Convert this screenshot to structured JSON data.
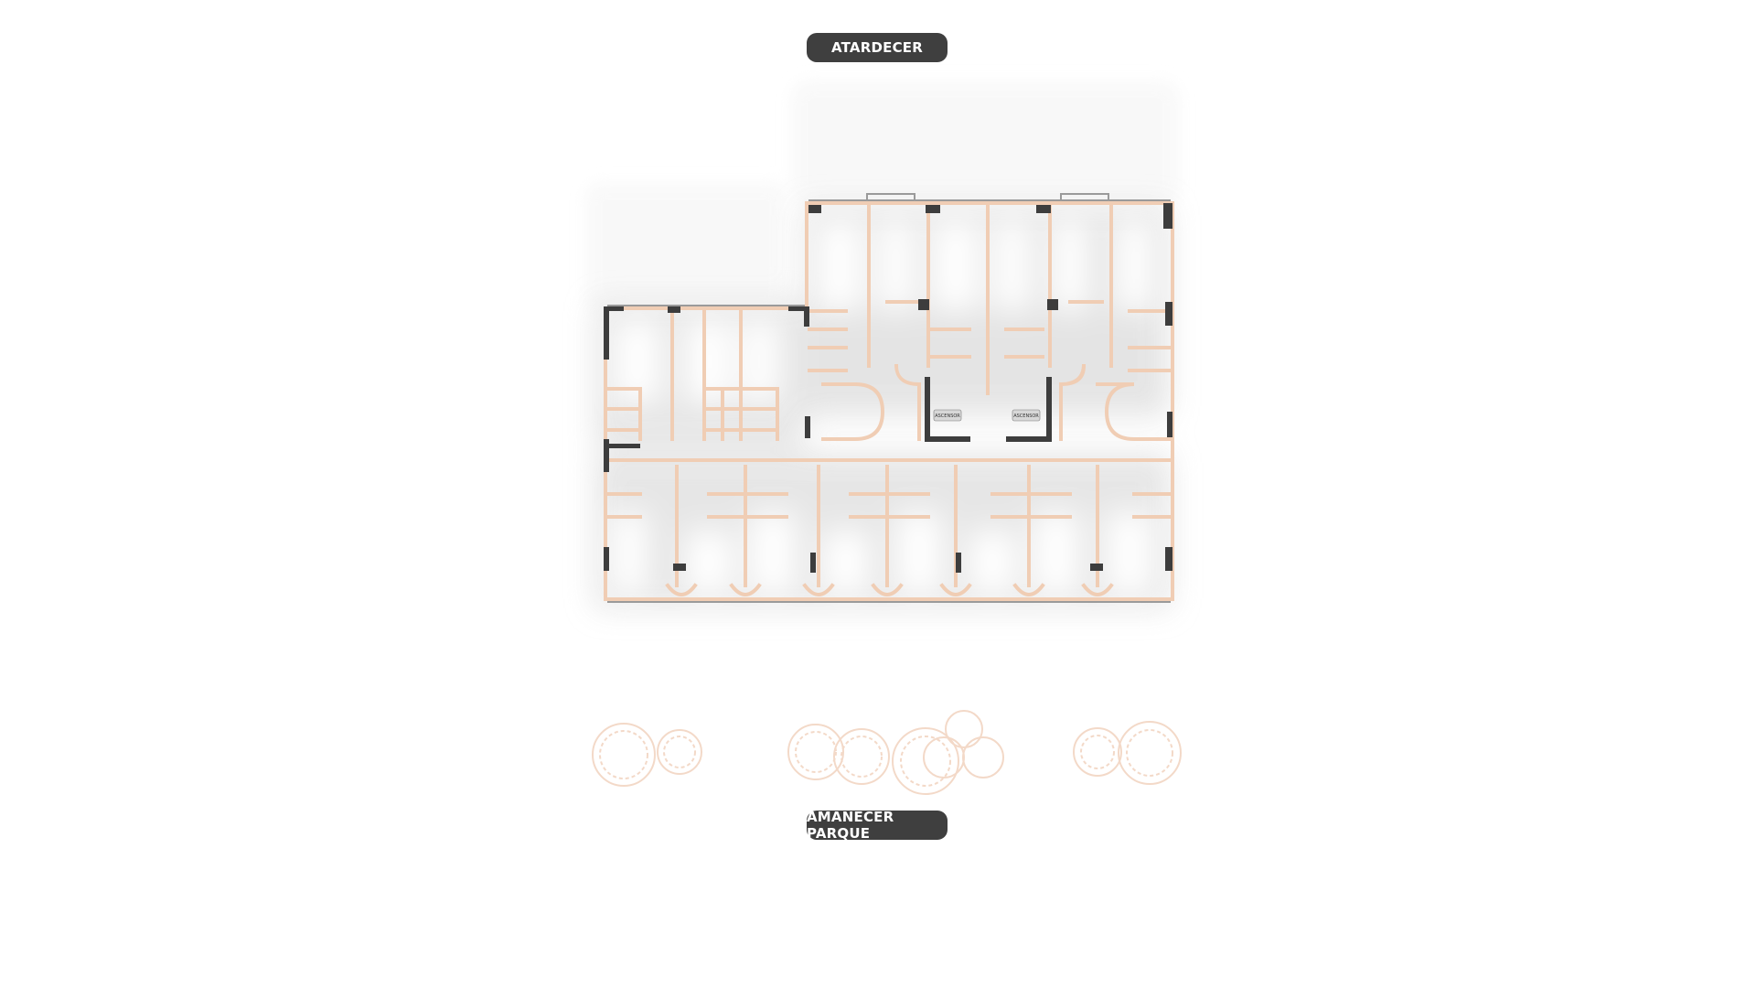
{
  "labels": {
    "north": "ATARDECER",
    "south": "AMANECER PARQUE"
  },
  "elevators": [
    {
      "label": "ASCENSOR"
    },
    {
      "label": "ASCENSOR"
    }
  ],
  "colors": {
    "wall": "#f0cdb4",
    "column": "#3d3d3d",
    "pill_bg": "#3f3f3f",
    "pill_text": "#ffffff",
    "tree": "#f3d9c8",
    "room_glow": "#e6e6e6"
  },
  "icons": [
    "floor-plan",
    "elevator-icon",
    "tree-icon"
  ]
}
